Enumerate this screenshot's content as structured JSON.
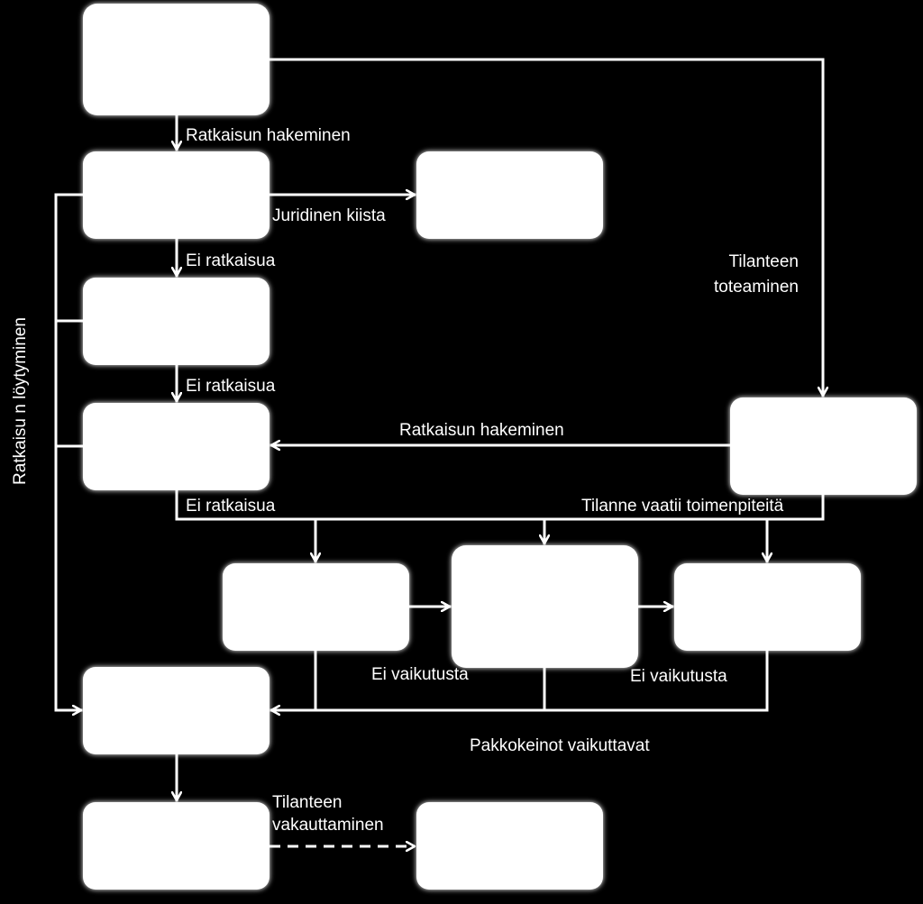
{
  "colors": {
    "background": "#000000",
    "box_fill": "#ffffff",
    "connector": "#ffffff",
    "text": "#ffffff"
  },
  "nodes": [
    {
      "id": "start",
      "text": ""
    },
    {
      "id": "step-1",
      "text": ""
    },
    {
      "id": "legal",
      "text": ""
    },
    {
      "id": "step-2",
      "text": ""
    },
    {
      "id": "step-3",
      "text": ""
    },
    {
      "id": "assessment",
      "text": ""
    },
    {
      "id": "measure-1",
      "text": ""
    },
    {
      "id": "measure-2",
      "text": ""
    },
    {
      "id": "measure-3",
      "text": ""
    },
    {
      "id": "resolution",
      "text": ""
    },
    {
      "id": "stabilize",
      "text": ""
    },
    {
      "id": "end",
      "text": ""
    }
  ],
  "labels": {
    "seek_solution_top": "Ratkaisun hakeminen",
    "legal_dispute": "Juridinen kiista",
    "no_solution_1": "Ei ratkaisua",
    "no_solution_2": "Ei ratkaisua",
    "no_solution_3": "Ei ratkaisua",
    "situation_confirmation_1": "Tilanteen",
    "situation_confirmation_2": "toteaminen",
    "seek_solution_right": "Ratkaisun hakeminen",
    "situation_requires_action": "Tilanne vaatii toimenpiteitä",
    "no_effect_1": "Ei vaikutusta",
    "no_effect_2": "Ei vaikutusta",
    "coercive_measures_work": "Pakkokeinot  vaikuttavat",
    "stabilization_1": "Tilanteen",
    "stabilization_2": "vakauttaminen",
    "solution_found_vertical": "Ratkaisu n löytyminen"
  }
}
